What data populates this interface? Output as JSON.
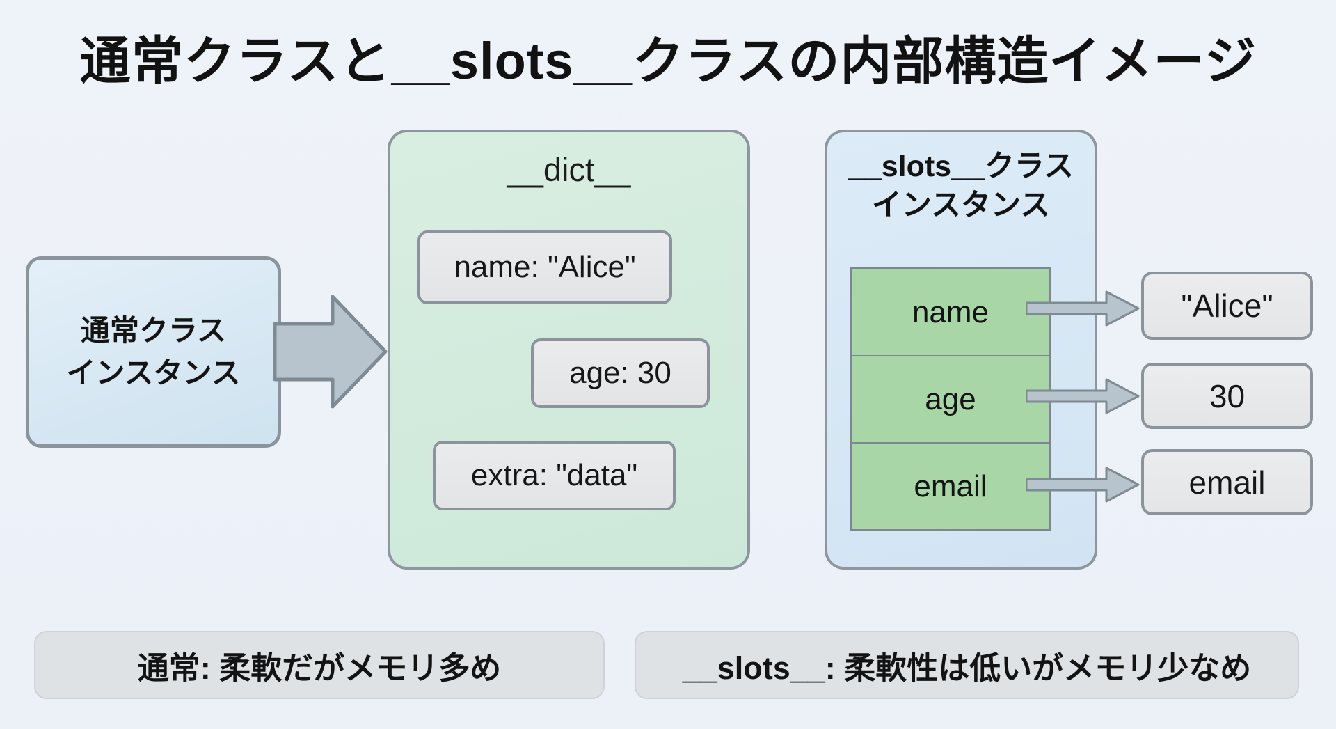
{
  "title": "通常クラスと__slots__クラスの内部構造イメージ",
  "normal_box": {
    "line1": "通常クラス",
    "line2": "インスタンス"
  },
  "dict_box": {
    "label": "__dict__",
    "entries": [
      "name: \"Alice\"",
      "age: 30",
      "extra: \"data\""
    ]
  },
  "slots_box": {
    "label_line1": "__slots__クラス",
    "label_line2": "インスタンス",
    "slots": [
      "name",
      "age",
      "email"
    ],
    "values": [
      "\"Alice\"",
      "30",
      "email"
    ]
  },
  "footer": {
    "normal_note": "通常: 柔軟だがメモリ多め",
    "slots_note": "__slots__: 柔軟性は低いがメモリ少なめ"
  },
  "colors": {
    "background": "#edf1f8",
    "blue_box_fill": "#d6e7f4",
    "mint_box_fill": "#cfe9db",
    "green_row_fill": "#a8d6a6",
    "gray_box_fill": "#e6e8ea",
    "note_fill": "#dfe2e5",
    "border_gray": "#8b949c",
    "arrow_fill": "#b7c4ce",
    "arrow_stroke": "#7e8a94",
    "text": "#141414"
  }
}
